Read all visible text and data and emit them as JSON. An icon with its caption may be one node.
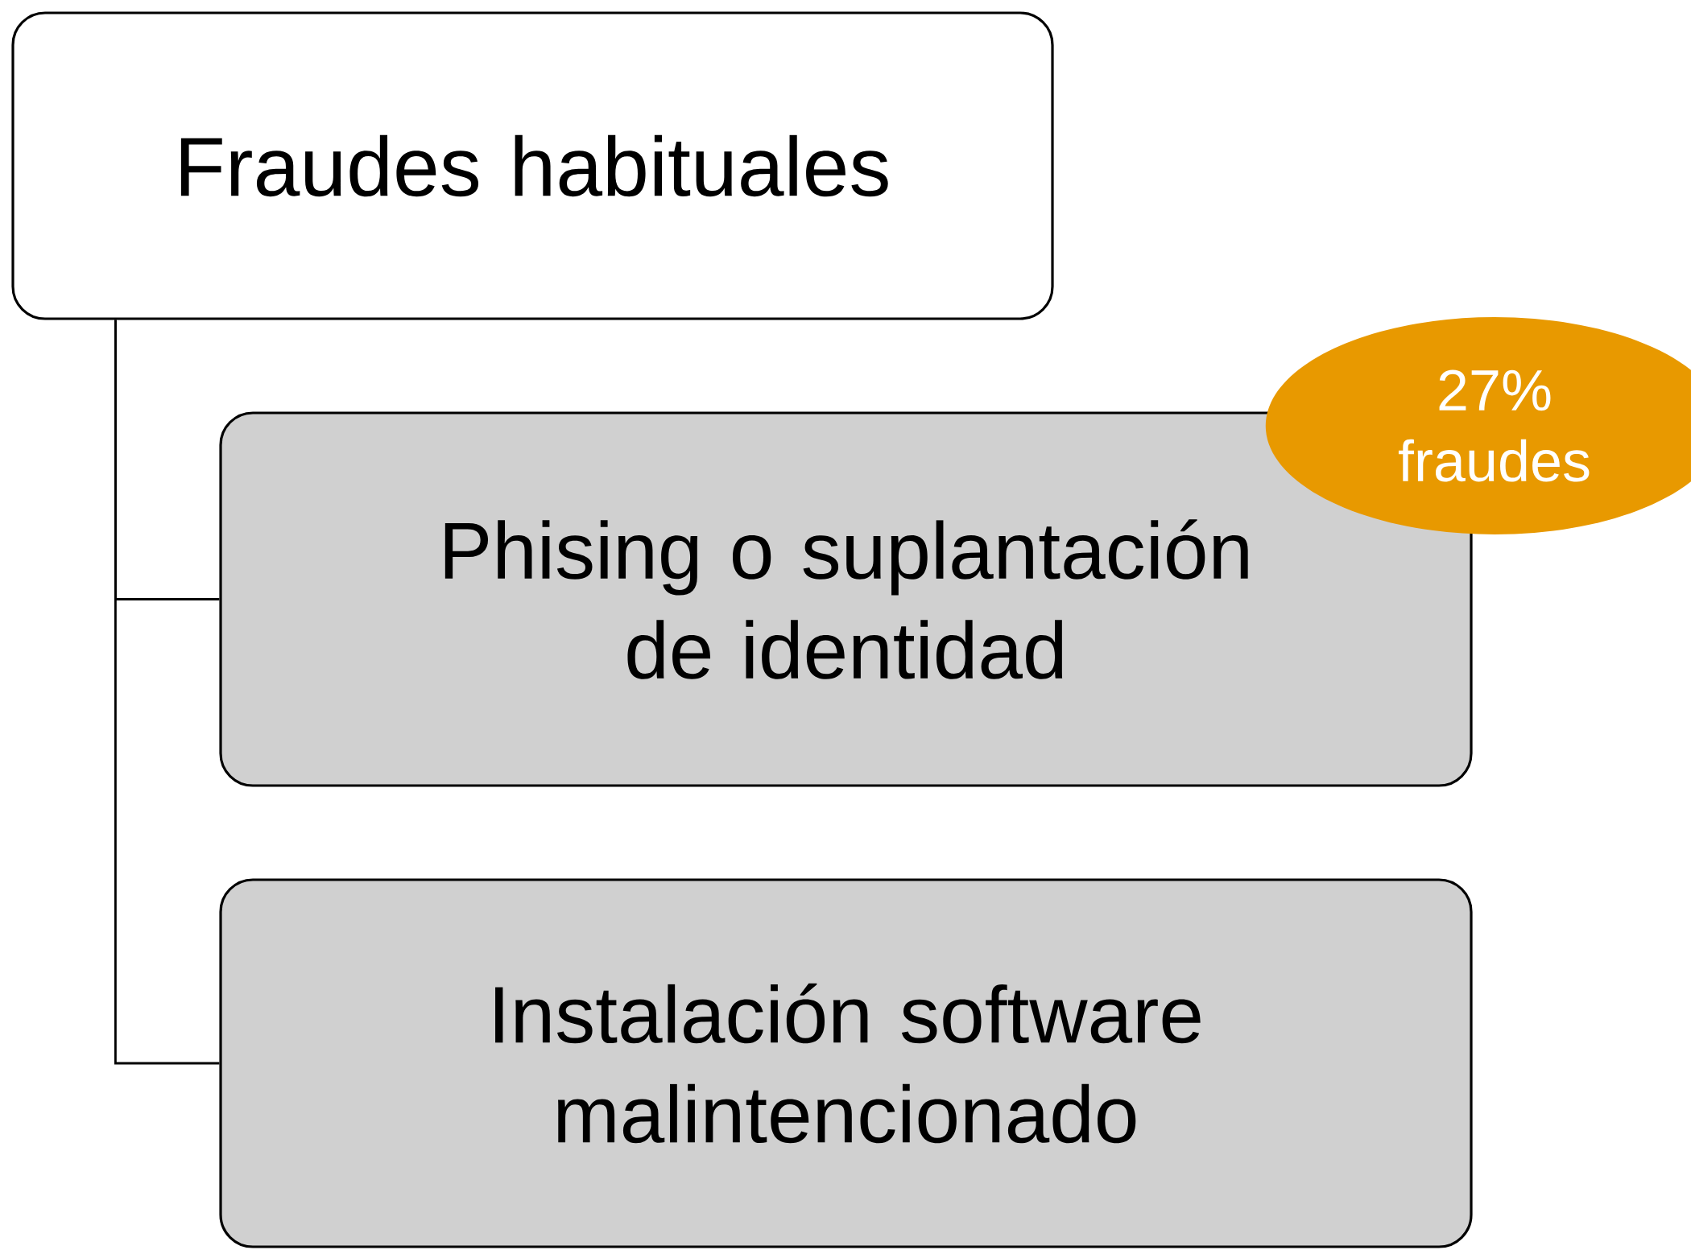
{
  "diagram": {
    "nodes": [
      {
        "text": [
          "Fraudes habituales"
        ]
      },
      {
        "text": [
          "Phising o suplantación de identidad"
        ]
      },
      {
        "text": [
          "27% fraudes"
        ]
      },
      {
        "text": [
          "Instalación software malintencionado"
        ]
      }
    ],
    "edges": [
      {
        "from": 0,
        "to": 1,
        "arrow": "none"
      },
      {
        "from": 0,
        "to": 3,
        "arrow": "none"
      }
    ]
  }
}
